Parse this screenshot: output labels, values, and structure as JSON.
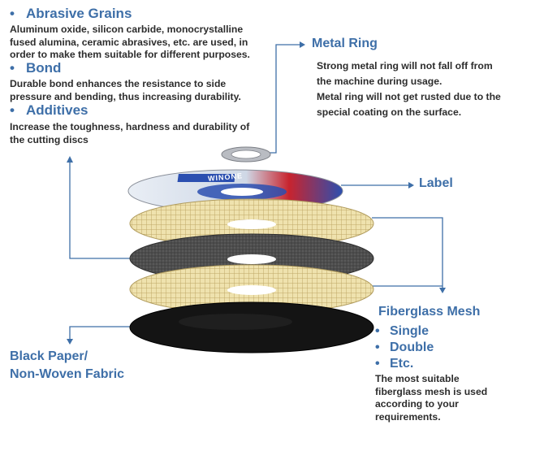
{
  "left": {
    "sections": [
      {
        "bullet": "•",
        "title": "Abrasive Grains",
        "lines": [
          "Aluminum oxide, silicon carbide, monocrystalline",
          "fused alumina, ceramic abrasives, etc. are used, in",
          "order to make them suitable for different purposes."
        ]
      },
      {
        "bullet": "•",
        "title": "Bond",
        "lines": [
          "Durable bond enhances the resistance to side",
          "pressure and bending, thus increasing durability."
        ]
      },
      {
        "bullet": "•",
        "title": "Additives",
        "lines": [
          "Increase the toughness, hardness and durability of",
          "the cutting discs"
        ]
      }
    ]
  },
  "metal_ring": {
    "title": "Metal Ring",
    "lines": [
      "Strong metal ring will not fall off from",
      "the machine during usage.",
      "Metal ring will not get rusted due to the",
      "special coating on the surface."
    ]
  },
  "label": {
    "title": "Label",
    "brand": "WINONE"
  },
  "fiberglass": {
    "title": "Fiberglass Mesh",
    "bullet": "•",
    "items": [
      "Single",
      "Double",
      "Etc."
    ],
    "note_lines": [
      "The most suitable",
      "fiberglass mesh is used",
      "according to your",
      "requirements."
    ]
  },
  "black_paper": {
    "lines": [
      "Black Paper/",
      "Non-Woven Fabric"
    ]
  },
  "colors": {
    "accent": "#3e6fa8",
    "text": "#2d2d2d",
    "label_red": "#c8242e",
    "label_blue": "#2b4fb0",
    "mesh": "#e8d9a4",
    "abrasive": "#4a4a4a",
    "paper": "#141414"
  }
}
